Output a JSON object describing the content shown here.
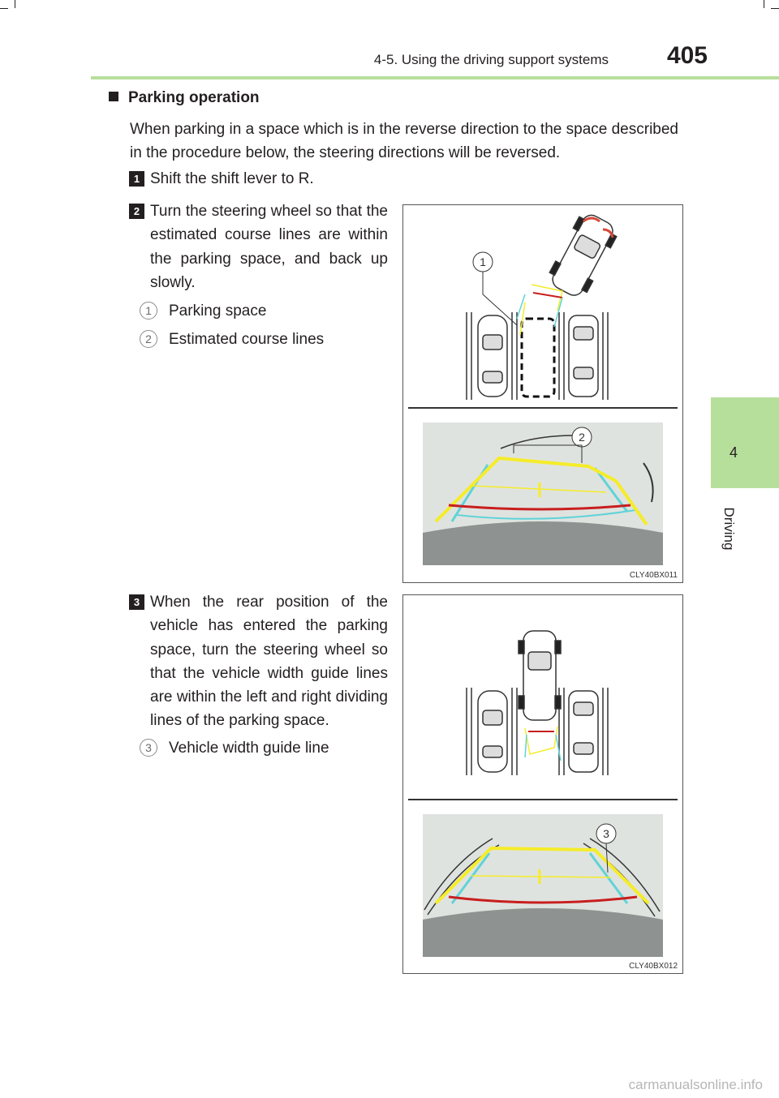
{
  "header": {
    "section": "4-5. Using the driving support systems",
    "page_number": "405"
  },
  "side_tab": {
    "number": "4",
    "label": "Driving"
  },
  "section": {
    "heading": "Parking operation",
    "intro": "When parking in a space which is in the reverse direction to the space described in the procedure below, the steering directions will be reversed."
  },
  "steps": [
    {
      "number": "1",
      "text": "Shift the shift lever to R."
    },
    {
      "number": "2",
      "text": "Turn the steering wheel so that the estimated course lines are within the parking space, and back up slowly.",
      "callouts": [
        {
          "number": "1",
          "text": "Parking space"
        },
        {
          "number": "2",
          "text": "Estimated course lines"
        }
      ]
    },
    {
      "number": "3",
      "text": "When the rear position of the vehicle has entered the parking space, turn the steering wheel so that the vehicle width guide lines are within the left and right dividing lines of the parking space.",
      "callouts": [
        {
          "number": "3",
          "text": "Vehicle width guide line"
        }
      ]
    }
  ],
  "figures": [
    {
      "code": "CLY40BX011",
      "labels": [
        "1",
        "2"
      ]
    },
    {
      "code": "CLY40BX012",
      "labels": [
        "3"
      ]
    }
  ],
  "colors": {
    "accent_green": "#b7df9c",
    "guide_yellow": "#f5ec2a",
    "guide_cyan": "#5fd3d8",
    "guide_red": "#c81e1e",
    "screen_bg": "#dfe3df"
  },
  "footer": {
    "watermark": "carmanualsonline.info"
  }
}
